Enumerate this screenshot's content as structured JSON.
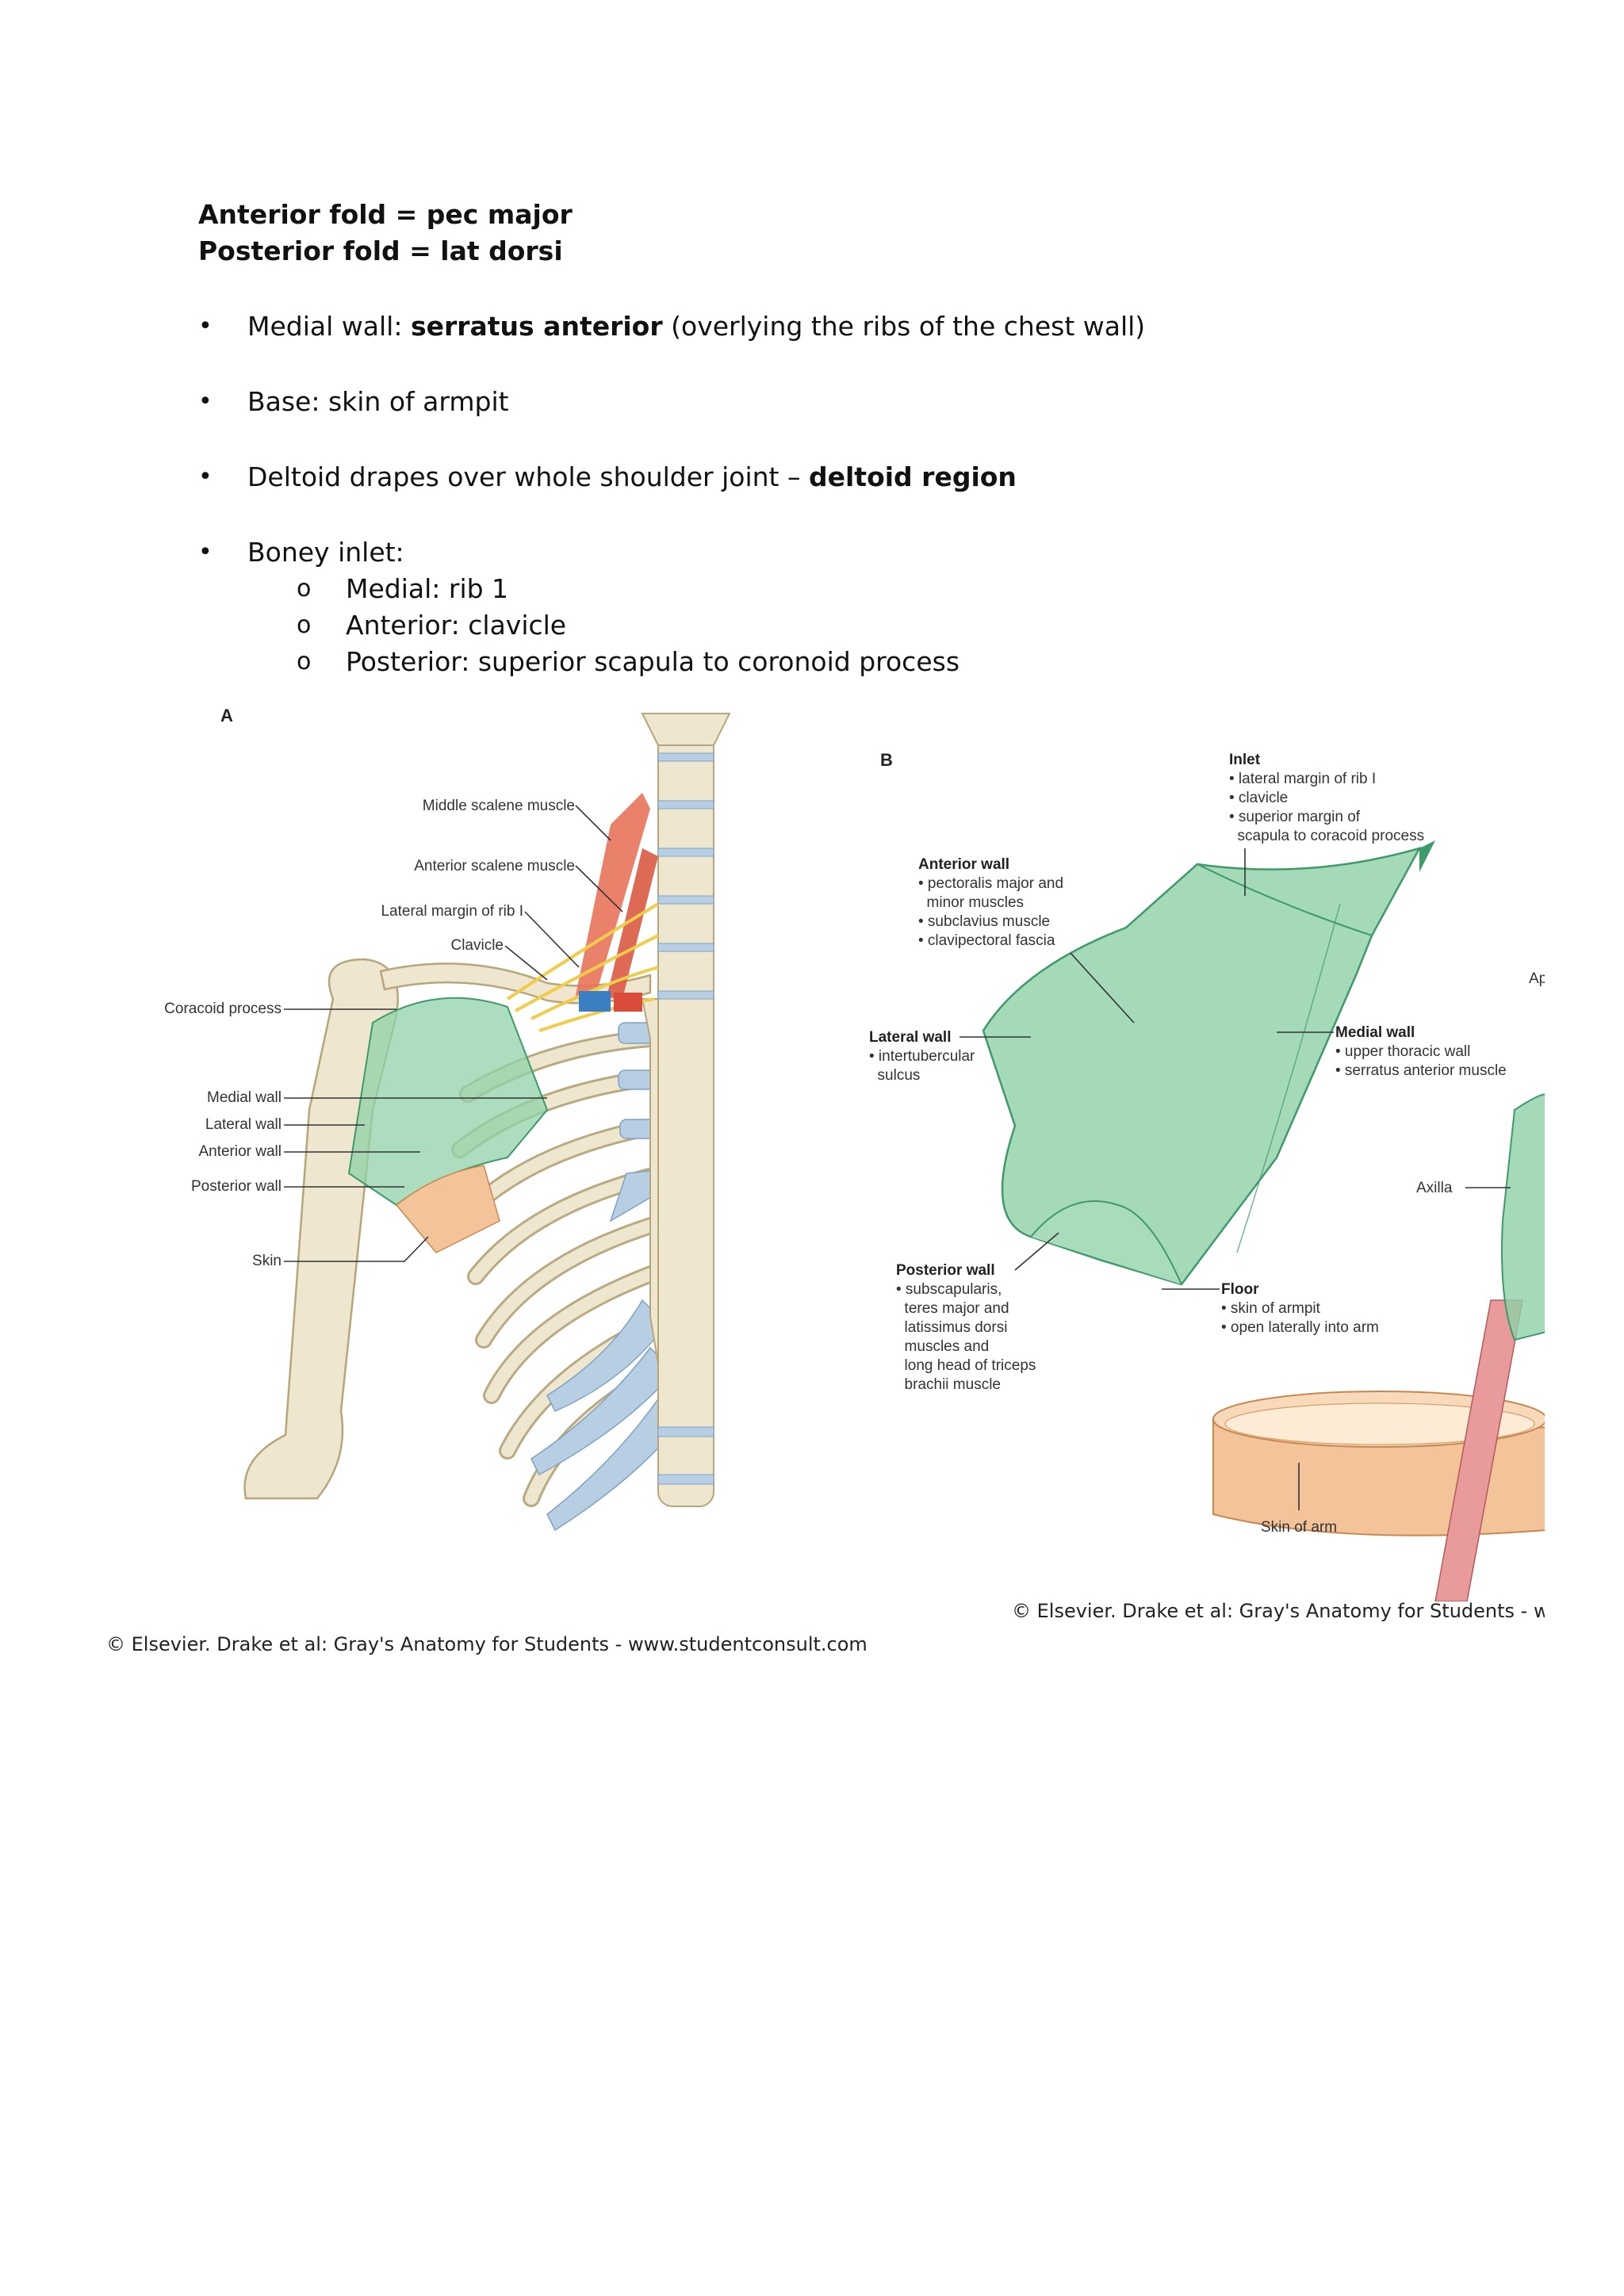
{
  "notes": {
    "fold_lines": [
      "Anterior fold = pec major",
      "Posterior fold = lat dorsi"
    ],
    "bullets": [
      {
        "before": "Medial wall: ",
        "bold": "serratus anterior",
        "after": " (overlying the ribs of the chest wall)"
      },
      {
        "text": "Base: skin of armpit"
      },
      {
        "before": "Deltoid drapes over whole shoulder joint – ",
        "bold": "deltoid region"
      },
      {
        "text": "Boney inlet:",
        "sub": [
          "Medial: rib 1",
          "Anterior: clavicle",
          "Posterior: superior scapula to coronoid process"
        ]
      }
    ]
  },
  "figure_a": {
    "panel_letter": "A",
    "labels": {
      "middle_scalene": "Middle scalene muscle",
      "anterior_scalene": "Anterior scalene muscle",
      "lateral_margin_rib": "Lateral margin of rib I",
      "clavicle": "Clavicle",
      "coracoid": "Coracoid process",
      "medial_wall": "Medial wall",
      "lateral_wall": "Lateral wall",
      "anterior_wall": "Anterior wall",
      "posterior_wall": "Posterior wall",
      "skin": "Skin"
    },
    "credit": "© Elsevier. Drake et al: Gray's Anatomy for Students - www.studentconsult.com"
  },
  "figure_b": {
    "panel_letter": "B",
    "inlet": {
      "title": "Inlet",
      "items": [
        "• lateral margin of rib I",
        "• clavicle",
        "• superior margin of",
        "  scapula to coracoid process"
      ]
    },
    "anterior_wall": {
      "title": "Anterior wall",
      "items": [
        "• pectoralis major and",
        "  minor muscles",
        "• subclavius muscle",
        "• clavipectoral fascia"
      ]
    },
    "lateral_wall": {
      "title": "Lateral wall",
      "items": [
        "• intertubercular",
        "  sulcus"
      ]
    },
    "medial_wall": {
      "title": "Medial wall",
      "items": [
        "• upper thoracic wall",
        "• serratus anterior muscle"
      ]
    },
    "posterior_wall": {
      "title": "Posterior wall",
      "items": [
        "• subscapularis,",
        "  teres major and",
        "  latissimus dorsi",
        "  muscles and",
        "  long head of triceps",
        "  brachii muscle"
      ]
    },
    "floor": {
      "title": "Floor",
      "items": [
        "• skin of armpit",
        "• open laterally into arm"
      ]
    },
    "apex_partial": "Ap",
    "axilla": "Axilla",
    "skin_of_arm": "Skin of arm",
    "credit": "© Elsevier. Drake et al: Gray's Anatomy for Students - www"
  },
  "colors": {
    "bone": "#efe6cf",
    "bone_stroke": "#b7a67c",
    "cartilage": "#b8cfe3",
    "wall_green": "#8fd1a8",
    "wall_green_stroke": "#3e9a68",
    "muscle_red": "#e8735a",
    "skin_orange": "#f3c49a",
    "vein_blue": "#3a7fc1",
    "nerve_yellow": "#f1cc4a"
  }
}
